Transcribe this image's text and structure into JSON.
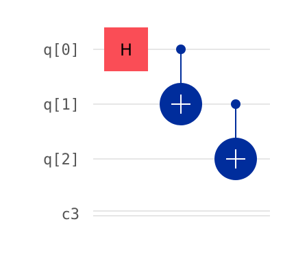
{
  "circuit": {
    "qubits": [
      "q[0]",
      "q[1]",
      "q[2]"
    ],
    "classical": [
      "c3"
    ],
    "gates": [
      {
        "type": "H",
        "label": "H",
        "target": 0
      },
      {
        "type": "CX",
        "control": 0,
        "target": 1
      },
      {
        "type": "CX",
        "control": 1,
        "target": 2
      }
    ]
  },
  "colors": {
    "wire": "#dddddd",
    "label": "#555555",
    "h_gate": "#fa4d56",
    "cx": "#002d9c",
    "cx_symbol": "#ffffff"
  }
}
